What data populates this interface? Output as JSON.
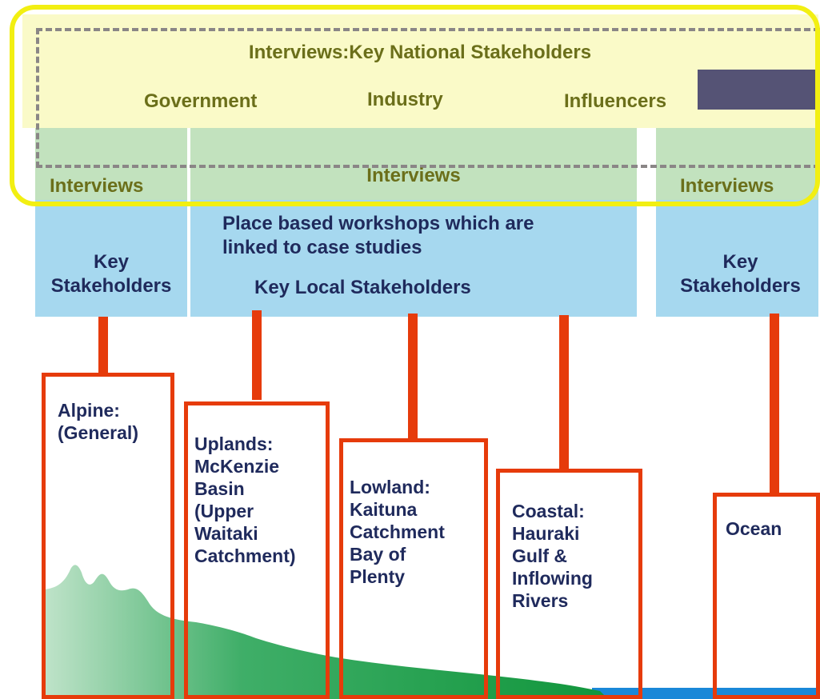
{
  "national": {
    "title": "Interviews:Key National Stakeholders",
    "groups": [
      "Government",
      "Industry",
      "Influencers"
    ]
  },
  "columns": {
    "left": {
      "interviews": "Interviews",
      "stakeholders_line1": "Key",
      "stakeholders_line2": "Stakeholders"
    },
    "middle": {
      "interviews": "Interviews",
      "workshops_line1": "Place based workshops which are",
      "workshops_line2": "linked to case studies",
      "stakeholders": "Key Local Stakeholders"
    },
    "right": {
      "interviews": "Interviews",
      "stakeholders_line1": "Key",
      "stakeholders_line2": "Stakeholders"
    }
  },
  "zones": [
    {
      "lines": [
        "Alpine:",
        "(General)"
      ]
    },
    {
      "lines": [
        "Uplands:",
        "McKenzie",
        "Basin",
        "(Upper",
        "Waitaki",
        "Catchment)"
      ]
    },
    {
      "lines": [
        "Lowland:",
        "Kaituna",
        "Catchment",
        "Bay of",
        "Plenty"
      ]
    },
    {
      "lines": [
        "Coastal:",
        "Hauraki",
        "Gulf &",
        "Inflowing",
        "Rivers"
      ]
    },
    {
      "lines": [
        "Ocean"
      ]
    }
  ],
  "colors": {
    "zone_border": "#e63b0b",
    "highlight_outline": "#f2ef12",
    "national_band": "#fafac8",
    "interview_band": "#c2e2be",
    "stakeholder_band": "#a6d8ef",
    "terrain": "#1e9e4a",
    "sea": "#1a88d8"
  }
}
